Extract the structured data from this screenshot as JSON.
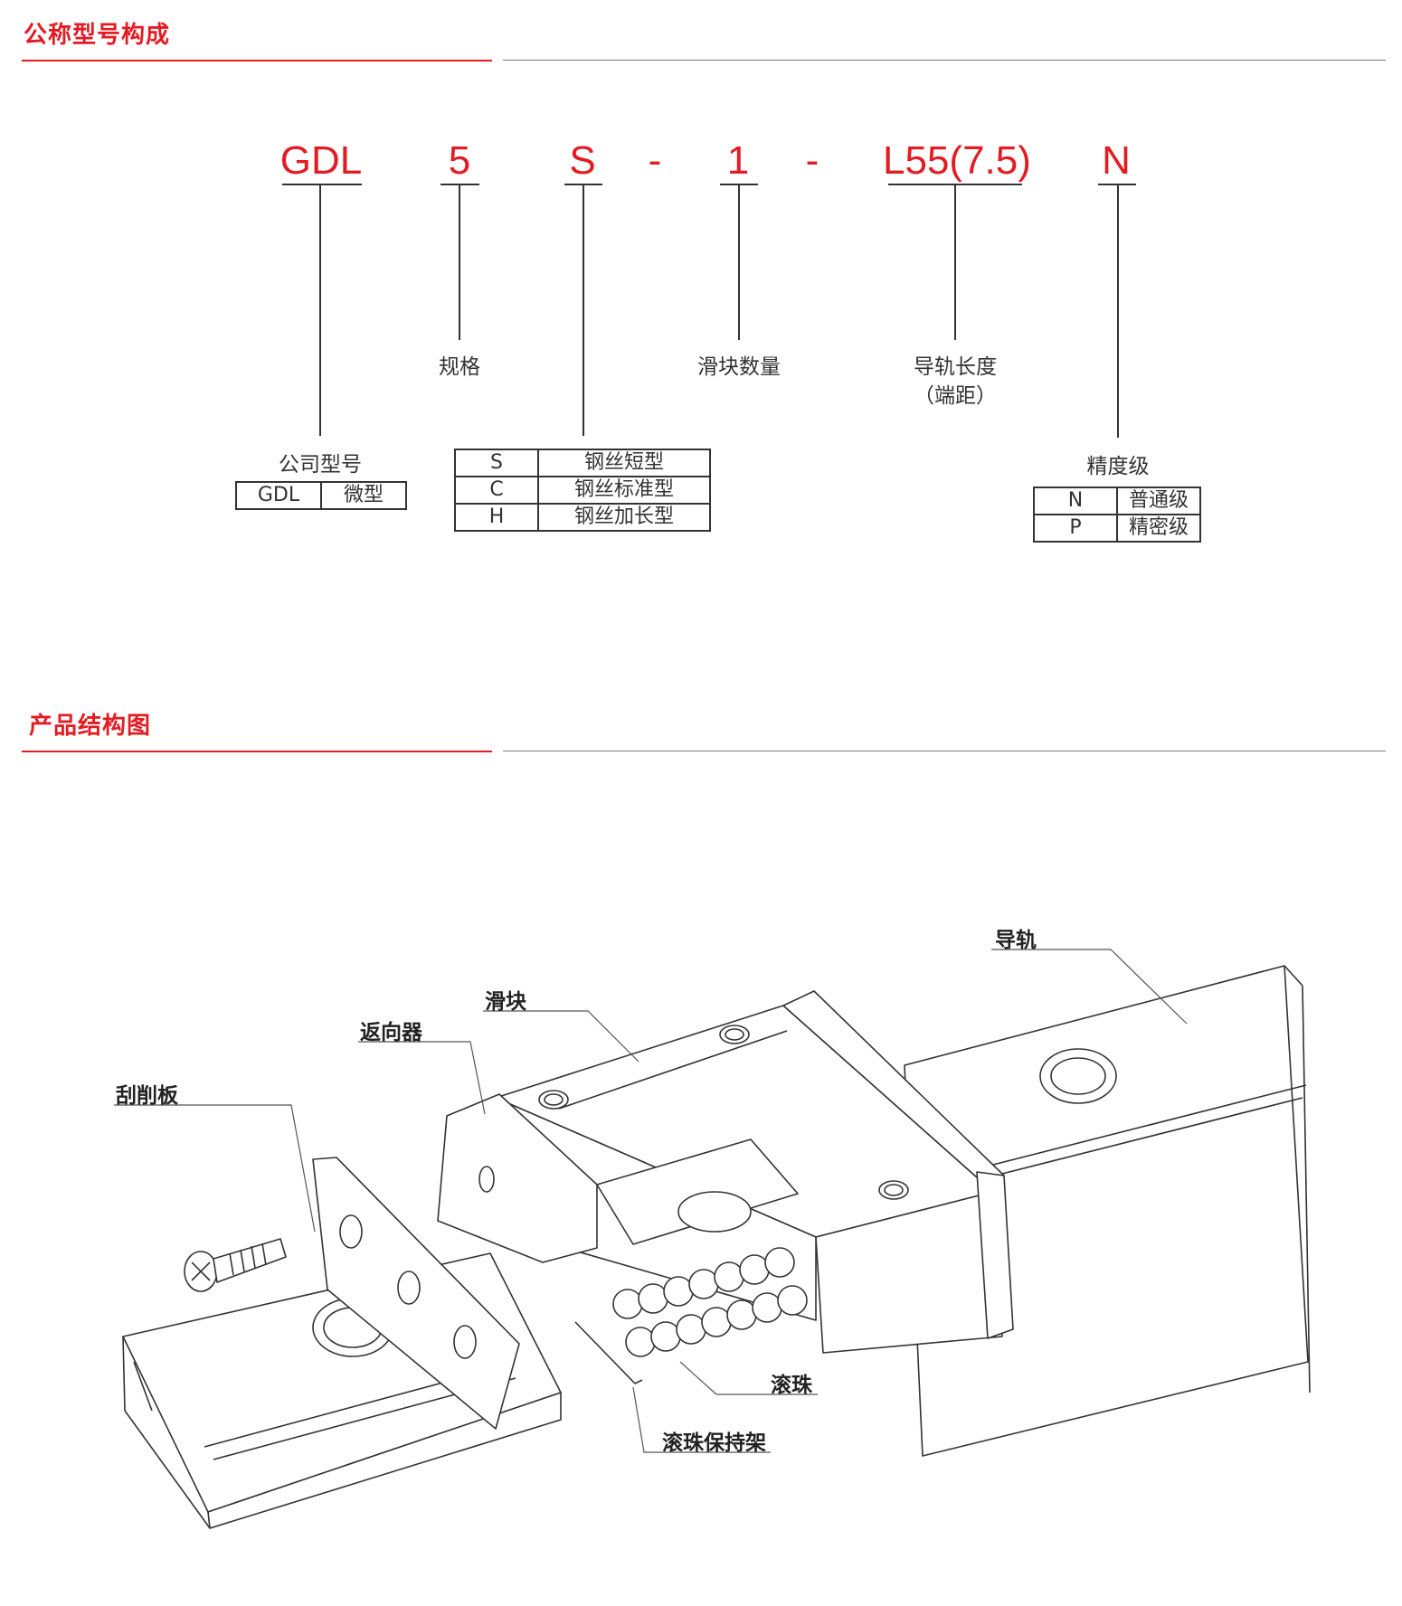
{
  "section1": {
    "title": "公称型号构成"
  },
  "section2": {
    "title": "产品结构图"
  },
  "model_code": {
    "parts": [
      "GDL",
      "5",
      "S",
      "-",
      "1",
      "-",
      "L55(7.5)",
      "N"
    ]
  },
  "labels": {
    "company_model": "公司型号",
    "spec": "规格",
    "block_count": "滑块数量",
    "rail_length": "导轨长度",
    "rail_length_sub": "（端距）",
    "precision": "精度级"
  },
  "company_table": {
    "rows": [
      [
        "GDL",
        "微型"
      ]
    ]
  },
  "type_table": {
    "rows": [
      [
        "S",
        "钢丝短型"
      ],
      [
        "C",
        "钢丝标准型"
      ],
      [
        "H",
        "钢丝加长型"
      ]
    ]
  },
  "precision_table": {
    "rows": [
      [
        "N",
        "普通级"
      ],
      [
        "P",
        "精密级"
      ]
    ]
  },
  "structure_callouts": {
    "rail": "导轨",
    "block": "滑块",
    "return_cap": "返向器",
    "scraper": "刮削板",
    "balls": "滚珠",
    "ball_retainer": "滚珠保持架"
  },
  "colors": {
    "accent": "#e41b23",
    "line": "#333333"
  }
}
